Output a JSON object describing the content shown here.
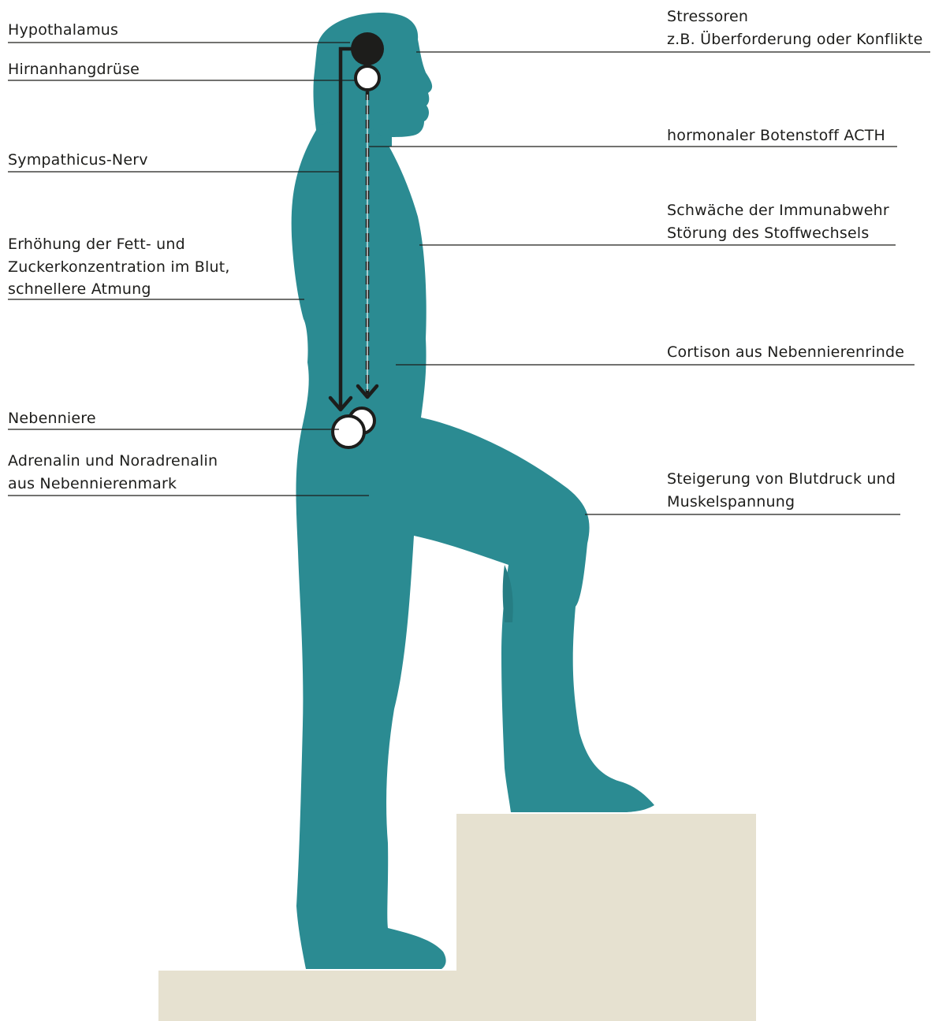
{
  "colors": {
    "figure": "#2b8b92",
    "stairs": "#e6e1d0",
    "ink": "#1d1d1b",
    "gland_fill": "#ffffff"
  },
  "labels_left": {
    "hypothalamus": "Hypothalamus",
    "hirnanhangdruese": "Hirnanhangdrüse",
    "sympathicus": "Sympathicus-Nerv",
    "erhoehung_1": "Erhöhung der Fett- und",
    "erhoehung_2": "Zuckerkonzentration im Blut,",
    "erhoehung_3": "schnellere Atmung",
    "nebenniere": "Nebenniere",
    "adrenalin_1": "Adrenalin und Noradrenalin",
    "adrenalin_2": "aus Nebennierenmark"
  },
  "labels_right": {
    "stressoren_1": "Stressoren",
    "stressoren_2": "z.B. Überforderung oder Konflikte",
    "acth": "hormonaler Botenstoff ACTH",
    "schwaeche_1": "Schwäche der Immunabwehr",
    "schwaeche_2": "Störung des Stoffwechsels",
    "cortison": "Cortison aus Nebennierenrinde",
    "steigerung_1": "Steigerung von Blutdruck und",
    "steigerung_2": "Muskelspannung"
  },
  "icons": {
    "hypothalamus": "filled-black-circle",
    "pituitary": "white-circle",
    "adrenal": "white-circles-pair",
    "nerve_arrow": "solid-arrow-down",
    "hormone_arrow": "dashed-arrow-down"
  }
}
